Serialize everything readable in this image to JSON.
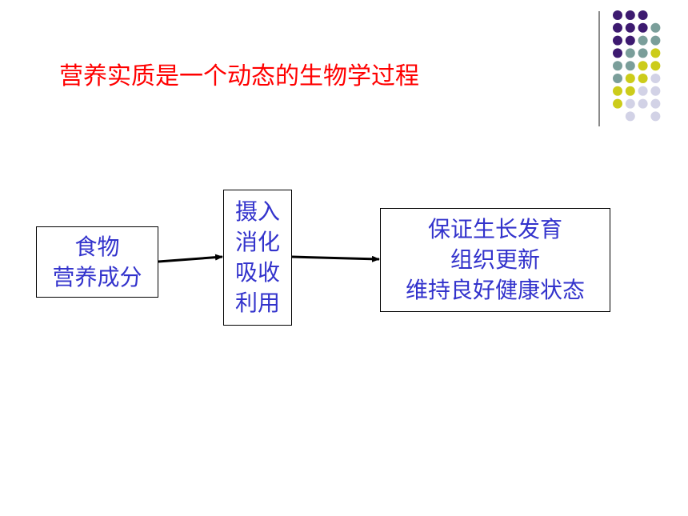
{
  "slide": {
    "title": "营养实质是一个动态的生物学过程"
  },
  "flow": {
    "box1": {
      "lines": [
        "食物",
        "营养成分"
      ]
    },
    "box2": {
      "lines": [
        "摄入",
        "消化",
        "吸收",
        "利用"
      ]
    },
    "box3": {
      "lines": [
        "保证生长发育",
        "组织更新",
        "维持良好健康状态"
      ]
    }
  },
  "colors": {
    "title": "#ff0000",
    "box_text": "#3333cc",
    "arrow": "#000000",
    "divider": "#8a8a8a",
    "dot_purple": "#3d1a70",
    "dot_teal": "#7a9e9a",
    "dot_yellow": "#cccc1a",
    "dot_lavender": "#d2d2e6"
  },
  "decoration": {
    "dot_grid": [
      [
        "purple",
        "purple",
        "purple",
        null
      ],
      [
        "purple",
        "purple",
        "purple",
        "teal"
      ],
      [
        "purple",
        "purple",
        "teal",
        "teal"
      ],
      [
        "purple",
        "teal",
        "teal",
        "yellow"
      ],
      [
        "teal",
        "teal",
        "yellow",
        "yellow"
      ],
      [
        "teal",
        "yellow",
        "yellow",
        "lavender"
      ],
      [
        "yellow",
        "yellow",
        "lavender",
        "lavender"
      ],
      [
        "yellow",
        "lavender",
        "lavender",
        "lavender"
      ],
      [
        null,
        "lavender",
        null,
        "lavender"
      ]
    ]
  }
}
